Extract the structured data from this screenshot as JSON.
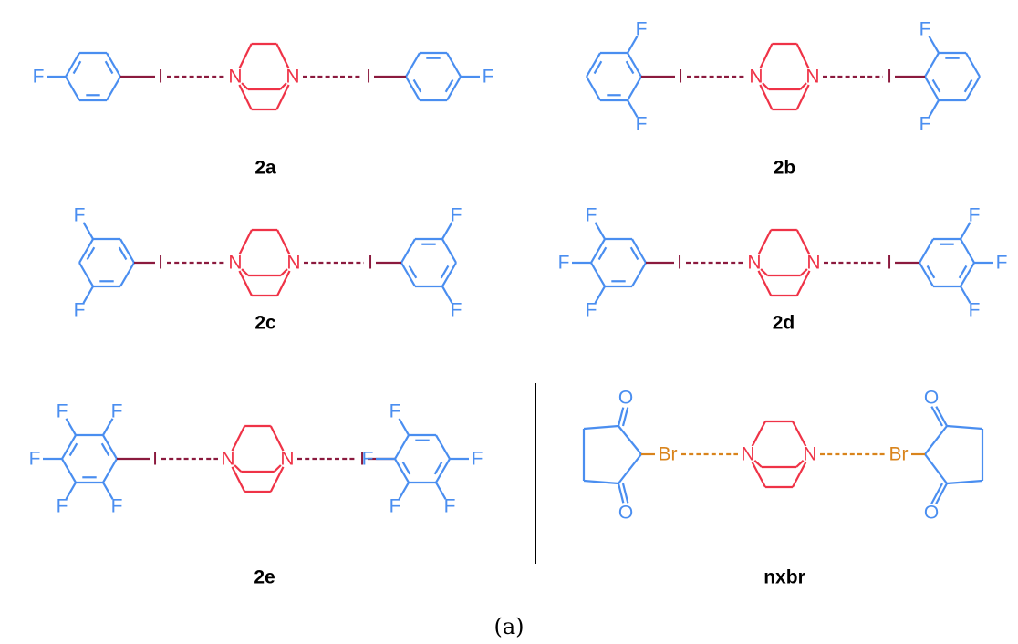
{
  "colors": {
    "aryl": "#4a8ef0",
    "amine": "#ef3347",
    "iodine": "#8b1a3e",
    "bromine": "#d9841c",
    "divider": "#000000"
  },
  "atoms": {
    "F": "F",
    "I": "I",
    "N": "N",
    "O": "O",
    "Br": "Br"
  },
  "compounds": [
    {
      "label": "2a"
    },
    {
      "label": "2b"
    },
    {
      "label": "2c"
    },
    {
      "label": "2d"
    },
    {
      "label": "2e"
    },
    {
      "label": "nxbr"
    }
  ],
  "caption": "(a)"
}
